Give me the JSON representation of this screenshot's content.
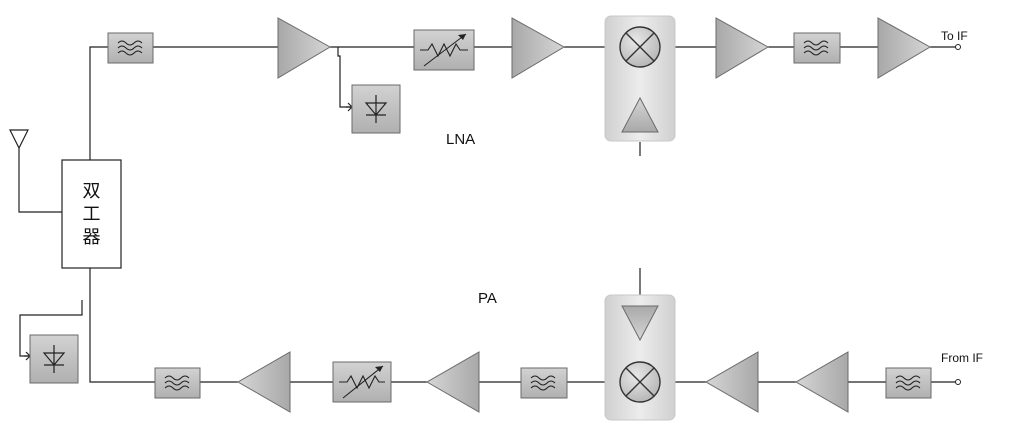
{
  "diagram": {
    "duplexer_label": [
      "双",
      "工",
      "器"
    ],
    "lna_label": "LNA",
    "pa_label": "PA",
    "to_if_label": "To IF",
    "from_if_label": "From IF"
  },
  "colors": {
    "component_fill": "#bdbdbd",
    "component_stroke": "#6a6a6a",
    "line": "#222222",
    "mixer_panel": "#e4e4e4"
  }
}
